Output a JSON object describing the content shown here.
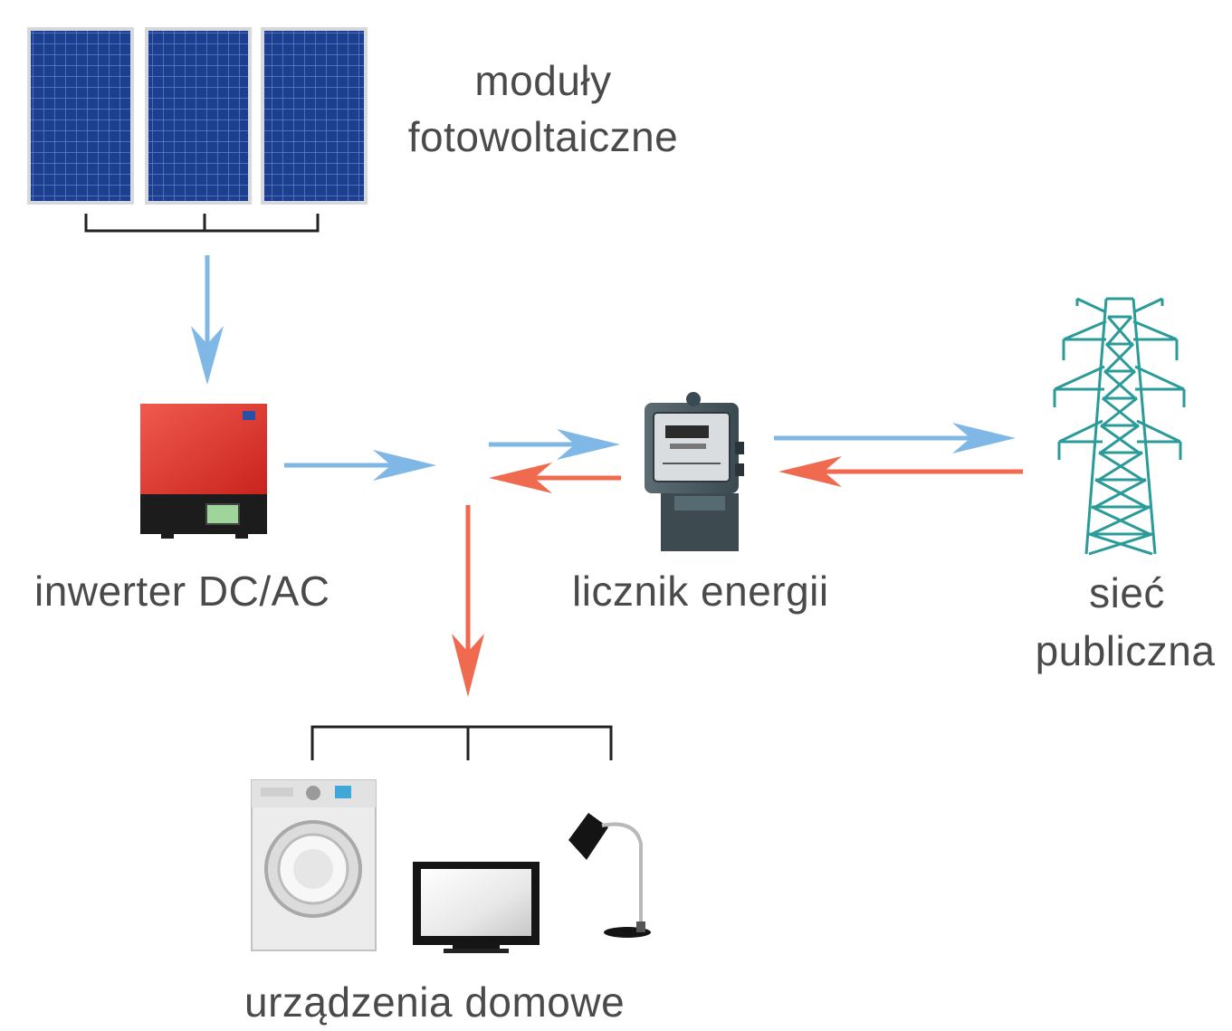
{
  "labels": {
    "modules_line1": "moduły",
    "modules_line2": "fotowoltaiczne",
    "inverter": "inwerter DC/AC",
    "meter": "licznik energii",
    "grid_line1": "sieć",
    "grid_line2": "publiczna",
    "appliances": "urządzenia domowe"
  },
  "colors": {
    "dc_flow_arrow": "#7fb7e6",
    "ac_flow_arrow": "#ef6a4f",
    "panel_cell": "#1d3f8f",
    "panel_frame": "#c9ced6",
    "inverter_body": "#e33a32",
    "pylon": "#2a9b99",
    "meter_body": "#47585e"
  },
  "icons": [
    "solar-panel-icon",
    "inverter-icon",
    "energy-meter-icon",
    "power-pylon-icon",
    "washing-machine-icon",
    "tv-monitor-icon",
    "desk-lamp-icon"
  ]
}
